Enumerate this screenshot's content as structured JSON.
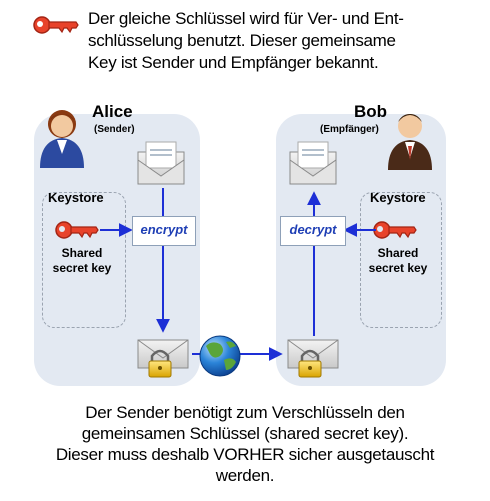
{
  "intro": {
    "line1": "Der gleiche Schlüssel wird für Ver- und Ent-",
    "line2": "schlüsselung benutzt. Dieser gemeinsame",
    "line3": "Key ist Sender und Empfänger bekannt."
  },
  "alice": {
    "name": "Alice",
    "role": "(Sender)",
    "keystore_title": "Keystore",
    "key_label_1": "Shared",
    "key_label_2": "secret key",
    "operation": "encrypt"
  },
  "bob": {
    "name": "Bob",
    "role": "(Empfänger)",
    "keystore_title": "Keystore",
    "key_label_1": "Shared",
    "key_label_2": "secret key",
    "operation": "decrypt"
  },
  "outro": {
    "line1": "Der Sender benötigt zum Verschlüsseln den",
    "line2": "gemeinsamen Schlüssel (shared secret key).",
    "line3": "Dieser muss deshalb VORHER sicher ausgetauscht",
    "line4": "werden."
  },
  "colors": {
    "panel": "#e3e9f2",
    "arrow": "#1d2fd6",
    "key": "#e8432b",
    "operation_text": "#1f3fb5"
  }
}
